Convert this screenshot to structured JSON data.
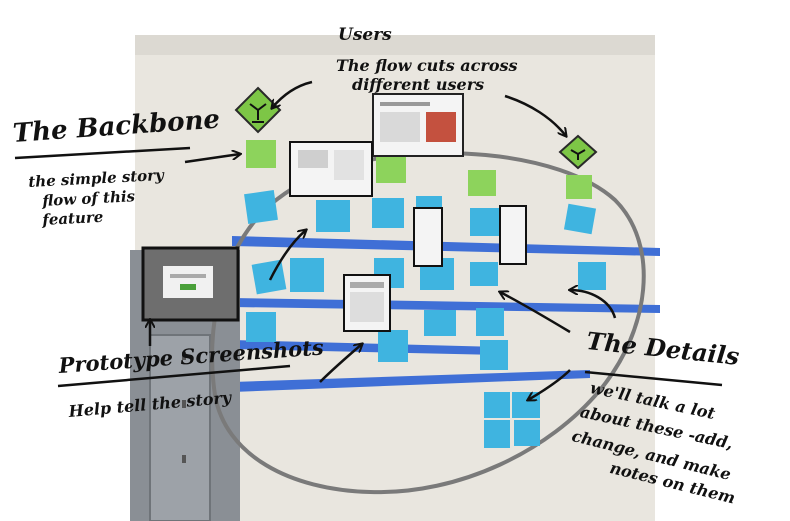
{
  "annotations": {
    "users_title": "Users",
    "users_caption_line1": "The flow cuts across",
    "users_caption_line2": "different users",
    "backbone_title": "The Backbone",
    "backbone_caption_line1": "the simple story",
    "backbone_caption_line2": "flow of this",
    "backbone_caption_line3": "feature",
    "prototype_title": "Prototype Screenshots",
    "prototype_caption": "Help tell the story",
    "details_title": "The Details",
    "details_caption_line1": "we'll talk a lot",
    "details_caption_line2": "about these -add,",
    "details_caption_line3": "change, and make",
    "details_caption_line4": "notes on them"
  },
  "colors": {
    "wall": "#e9e6df",
    "sticky_blue": "#3fb4e0",
    "sticky_green": "#8dd35c",
    "tape_blue": "#3f6fd6",
    "ink": "#111111",
    "loop_gray": "#7a7a7a",
    "diamond_green": "#7dc646"
  },
  "icons": [
    "user-diamond-icon",
    "user-diamond-icon",
    "arrow-icon"
  ]
}
